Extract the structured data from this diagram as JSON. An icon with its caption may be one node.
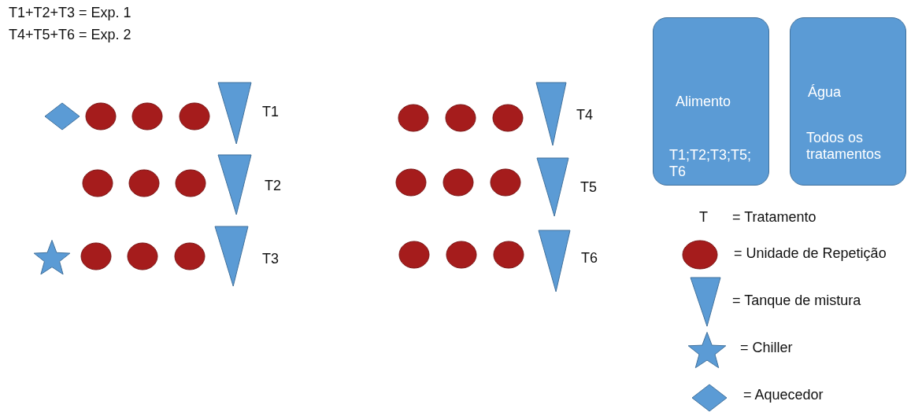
{
  "diagram": {
    "nodes": [
      {
        "text": [],
        "shape": "diamond"
      },
      {
        "text": [],
        "shape": "circle"
      },
      {
        "text": [],
        "shape": "circle"
      },
      {
        "text": [],
        "shape": "circle"
      },
      {
        "text": [],
        "shape": "triangle",
        "beside": [
          "T1"
        ]
      },
      {
        "text": [],
        "shape": "circle"
      },
      {
        "text": [],
        "shape": "circle"
      },
      {
        "text": [],
        "shape": "circle"
      },
      {
        "text": [],
        "shape": "triangle",
        "beside": [
          "T2"
        ]
      },
      {
        "text": [],
        "shape": "star"
      },
      {
        "text": [],
        "shape": "circle"
      },
      {
        "text": [],
        "shape": "circle"
      },
      {
        "text": [],
        "shape": "circle"
      },
      {
        "text": [],
        "shape": "triangle",
        "beside": [
          "T3"
        ]
      },
      {
        "text": [],
        "shape": "circle"
      },
      {
        "text": [],
        "shape": "circle"
      },
      {
        "text": [],
        "shape": "circle"
      },
      {
        "text": [],
        "shape": "triangle",
        "beside": [
          "T4"
        ]
      },
      {
        "text": [],
        "shape": "circle"
      },
      {
        "text": [],
        "shape": "circle"
      },
      {
        "text": [],
        "shape": "circle"
      },
      {
        "text": [],
        "shape": "triangle",
        "beside": [
          "T5"
        ]
      },
      {
        "text": [],
        "shape": "circle"
      },
      {
        "text": [],
        "shape": "circle"
      },
      {
        "text": [],
        "shape": "circle"
      },
      {
        "text": [],
        "shape": "triangle",
        "beside": [
          "T6"
        ]
      },
      {
        "text": [
          "Alimento",
          "T1;T2;T3;T5; T6"
        ]
      },
      {
        "text": [
          "Água",
          "Todos os tratamentos"
        ]
      }
    ],
    "edges": [],
    "labels": [
      "T1+T2+T3 = Exp. 1",
      "T4+T5+T6 = Exp. 2",
      "T"
    ],
    "legend": [
      {
        "text": "= Tratamento"
      },
      {
        "text": "= Unidade de Repetição"
      },
      {
        "text": "= Tanque de mistura"
      },
      {
        "text": "= Chiller"
      },
      {
        "text": "= Aquecedor"
      }
    ]
  }
}
